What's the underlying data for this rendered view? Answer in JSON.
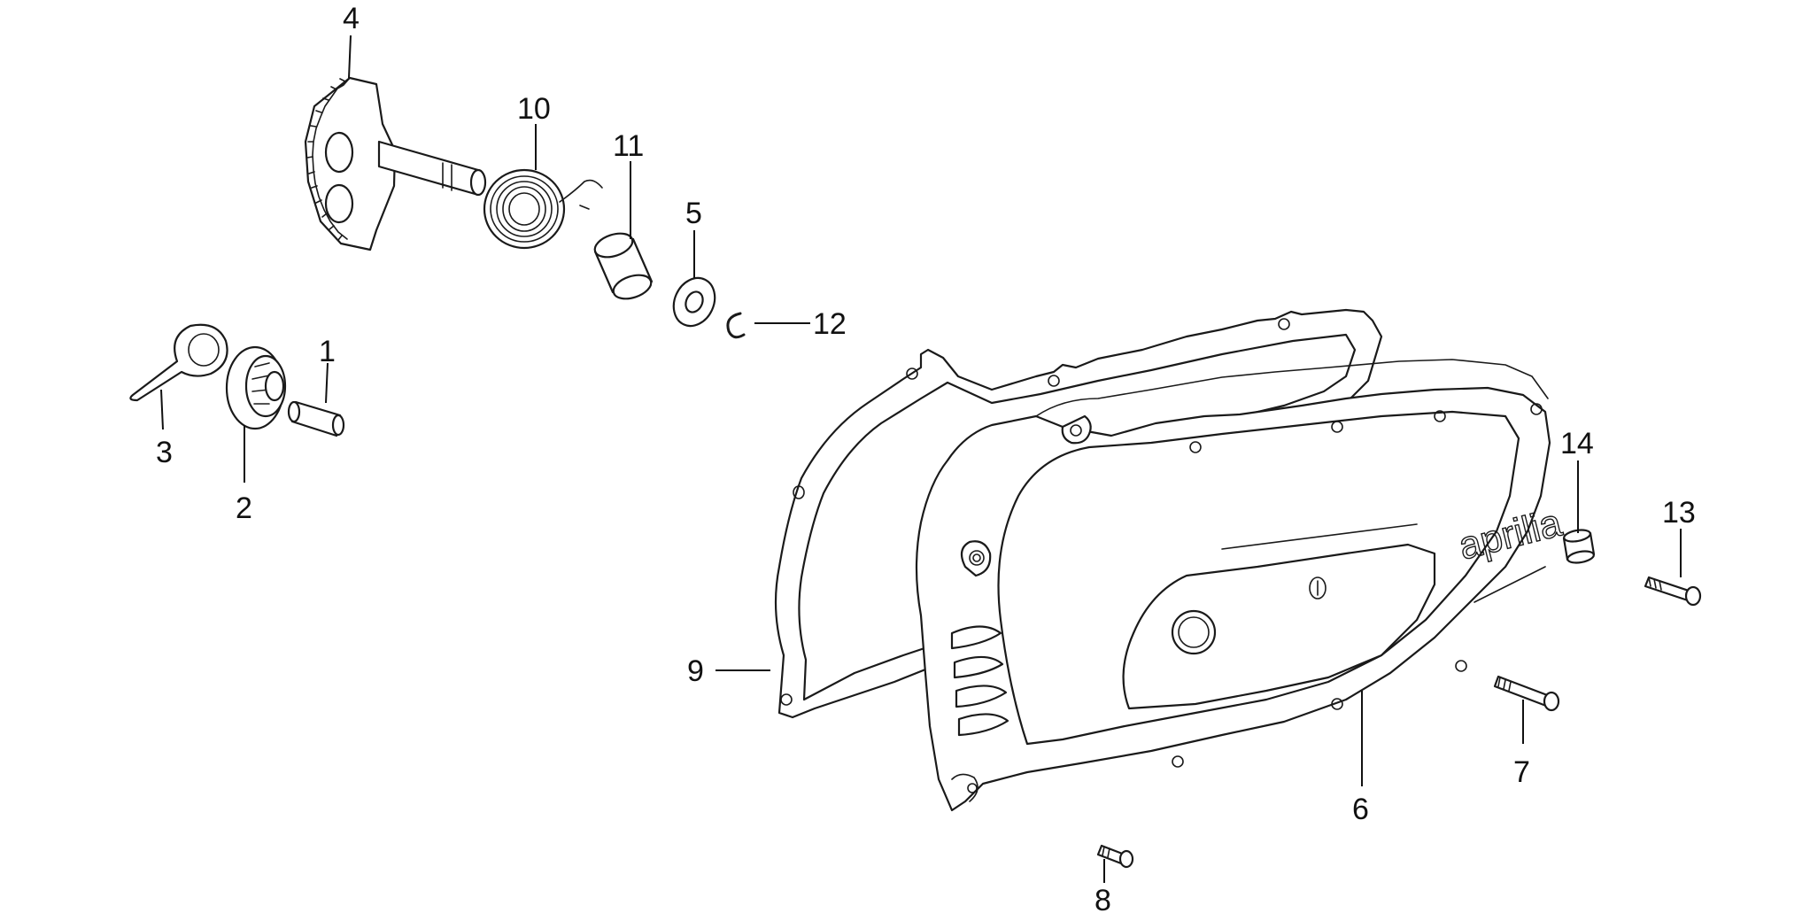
{
  "diagram": {
    "brand_text": "aprilia",
    "callouts": [
      {
        "id": "1",
        "label": "1"
      },
      {
        "id": "2",
        "label": "2"
      },
      {
        "id": "3",
        "label": "3"
      },
      {
        "id": "4",
        "label": "4"
      },
      {
        "id": "5",
        "label": "5"
      },
      {
        "id": "6",
        "label": "6"
      },
      {
        "id": "7",
        "label": "7"
      },
      {
        "id": "8",
        "label": "8"
      },
      {
        "id": "9",
        "label": "9"
      },
      {
        "id": "10",
        "label": "10"
      },
      {
        "id": "11",
        "label": "11"
      },
      {
        "id": "12",
        "label": "12"
      },
      {
        "id": "13",
        "label": "13"
      },
      {
        "id": "14",
        "label": "14"
      }
    ]
  }
}
